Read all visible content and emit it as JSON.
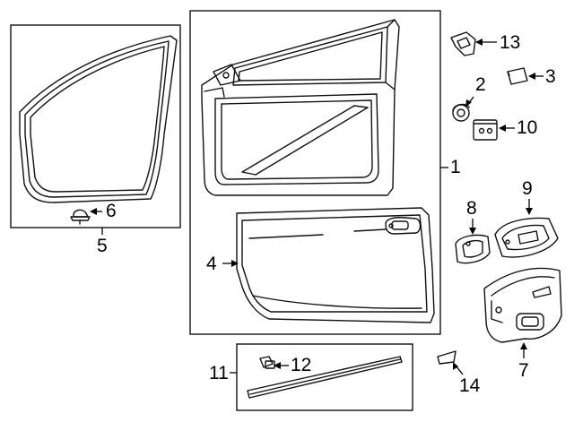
{
  "callouts": {
    "c1": "1",
    "c2": "2",
    "c3": "3",
    "c4": "4",
    "c5": "5",
    "c6": "6",
    "c7": "7",
    "c8": "8",
    "c9": "9",
    "c10": "10",
    "c11": "11",
    "c12": "12",
    "c13": "13",
    "c14": "14"
  },
  "colors": {
    "line": "#111111",
    "background": "#ffffff",
    "text": "#000000"
  }
}
